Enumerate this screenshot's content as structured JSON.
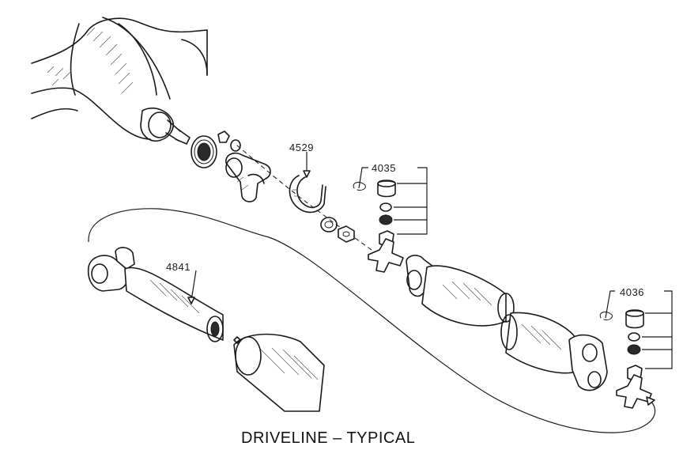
{
  "caption": "DRIVELINE – TYPICAL",
  "callouts": {
    "part_4529": "4529",
    "part_4035": "4035",
    "part_4841": "4841",
    "part_4036": "4036"
  }
}
